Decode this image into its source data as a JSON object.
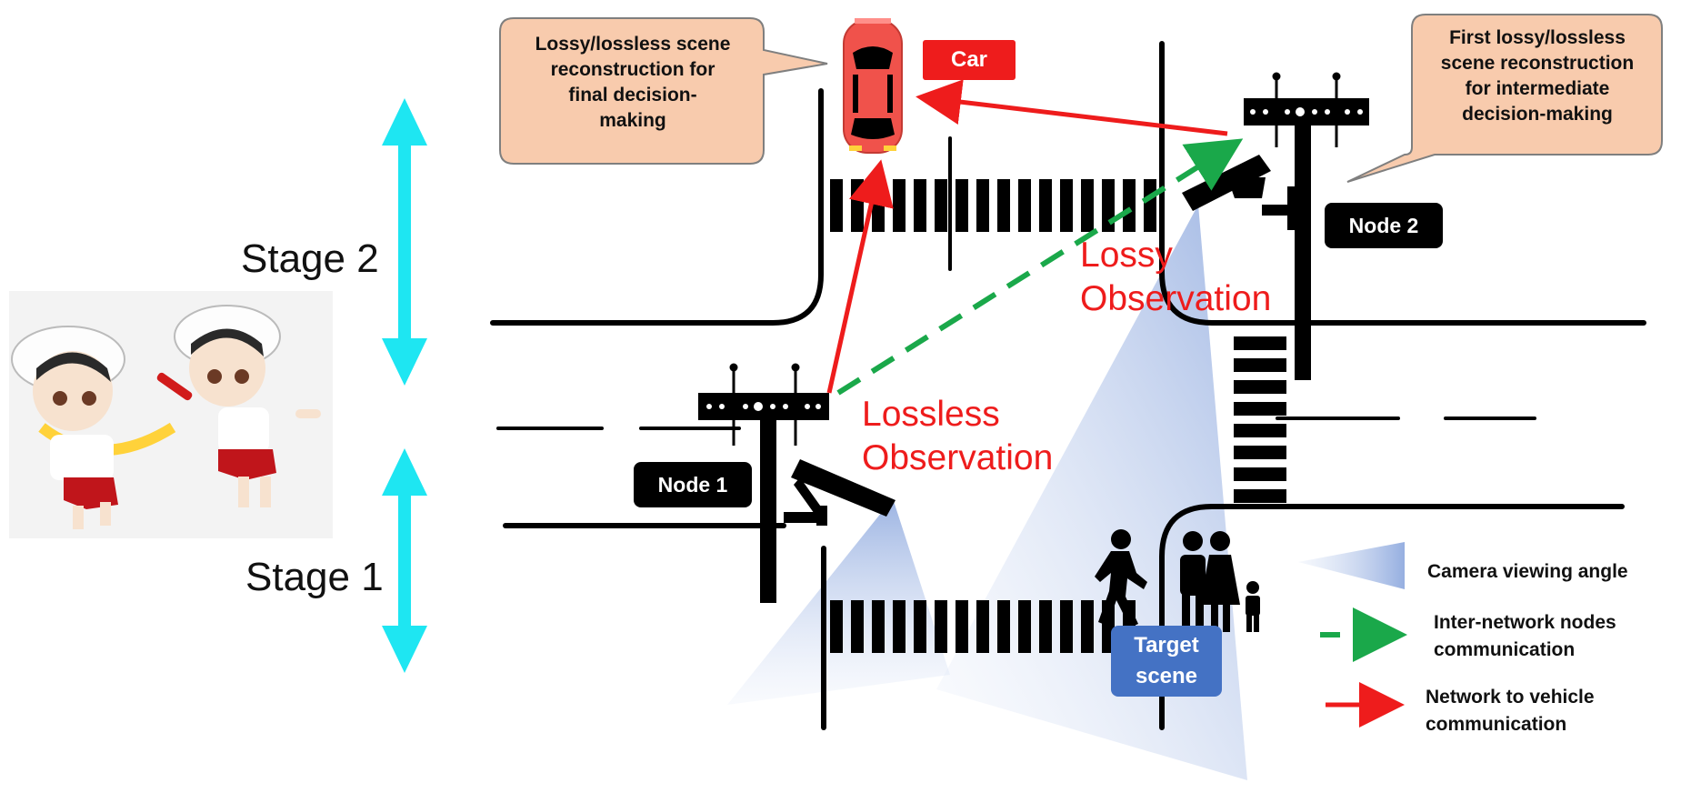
{
  "stages": {
    "stage2": "Stage 2",
    "stage1": "Stage 1"
  },
  "bubbles": {
    "final": "Lossy/lossless scene reconstruction for final decision-making",
    "final_lines": [
      "Lossy/lossless scene",
      "reconstruction for",
      "final decision-",
      "making"
    ],
    "intermediate": "First lossy/lossless scene reconstruction for intermediate decision-making",
    "intermediate_lines": [
      "First lossy/lossless",
      "scene reconstruction",
      "for intermediate",
      "decision-making"
    ]
  },
  "tags": {
    "car": "Car",
    "node1": "Node 1",
    "node2": "Node 2",
    "target_lines": [
      "Target",
      "scene"
    ]
  },
  "observations": {
    "lossy_lines": [
      "Lossy",
      "Observation"
    ],
    "lossless_lines": [
      "Lossless",
      "Observation"
    ]
  },
  "legend": {
    "camera": "Camera viewing angle",
    "internode_lines": [
      "Inter-network nodes",
      "communication"
    ],
    "n2v_lines": [
      "Network to vehicle",
      "communication"
    ]
  },
  "colors": {
    "bubble_fill": "#f8cbad",
    "bubble_stroke": "#7f7f7f",
    "car_tag": "#ee1c1c",
    "target_tag": "#4472c4",
    "stage_arrow": "#1ee6f2",
    "red_arrow": "#ee1c1c",
    "green_dash": "#1aa84a",
    "camera_cone": "#a9bde6"
  }
}
